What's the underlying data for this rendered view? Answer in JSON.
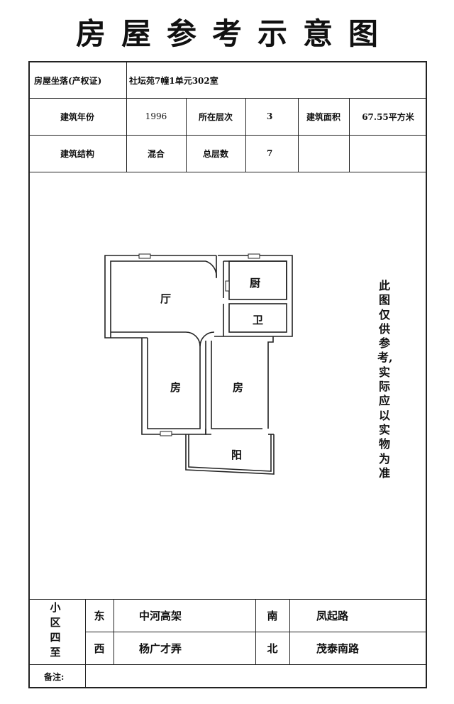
{
  "title": "房屋参考示意图",
  "info": {
    "location_label": "房屋坐落(产权证)",
    "location_value": "社坛苑7幢1单元302室",
    "year_label": "建筑年份",
    "year_value": "1996",
    "floor_label": "所在层次",
    "floor_value": "3",
    "area_label": "建筑面积",
    "area_value": "67.55平方米",
    "structure_label": "建筑结构",
    "structure_value": "混合",
    "total_floors_label": "总层数",
    "total_floors_value": "7"
  },
  "plan": {
    "rooms": {
      "living": "厅",
      "kitchen": "厨",
      "bath": "卫",
      "room1": "房",
      "room2": "房",
      "balcony": "阳"
    }
  },
  "note": [
    "此",
    "图",
    "仅",
    "供",
    "参",
    "考,",
    "实",
    "际",
    "应",
    "以",
    "实",
    "物",
    "为",
    "准"
  ],
  "surroundings": {
    "label": [
      "小",
      "区",
      "四",
      "至"
    ],
    "east_label": "东",
    "east_value": "中河高架",
    "south_label": "南",
    "south_value": "凤起路",
    "west_label": "西",
    "west_value": "杨广才弄",
    "north_label": "北",
    "north_value": "茂泰南路"
  },
  "remarks_label": "备注:"
}
